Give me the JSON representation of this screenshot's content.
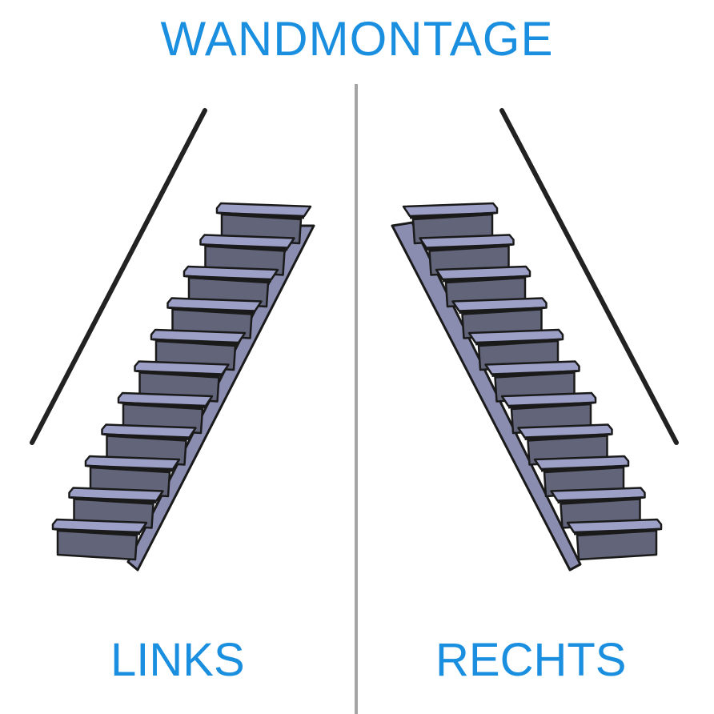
{
  "title": "WANDMONTAGE",
  "colors": {
    "accent": "#1a8fe0",
    "divider": "#a4a4a4",
    "stair_riser": "#62657a",
    "stair_tread": "#9c9fc6",
    "stringer": "#8a8db0",
    "outline": "#1a1a1a",
    "rail": "#222222"
  },
  "panels": [
    {
      "id": "left",
      "label": "LINKS",
      "step_count": 11,
      "mount_side": "left"
    },
    {
      "id": "right",
      "label": "RECHTS",
      "step_count": 11,
      "mount_side": "right"
    }
  ]
}
